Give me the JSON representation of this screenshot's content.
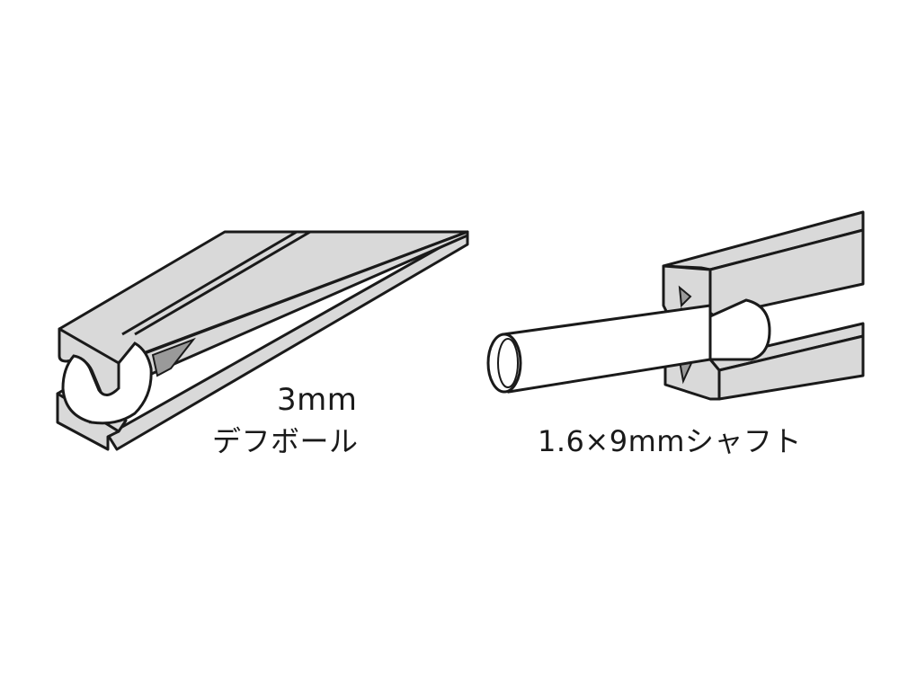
{
  "figure": {
    "colors": {
      "tool_fill": "#d9d9d9",
      "tool_shadow": "#9a9a9a",
      "outline": "#1a1a1a",
      "part_fill": "#ffffff",
      "background": "#ffffff"
    },
    "left_panel": {
      "part": "diff-ball",
      "size_label": "3mm",
      "name_label": "デフボール"
    },
    "right_panel": {
      "part": "shaft",
      "label": "1.6×9mmシャフト"
    }
  }
}
